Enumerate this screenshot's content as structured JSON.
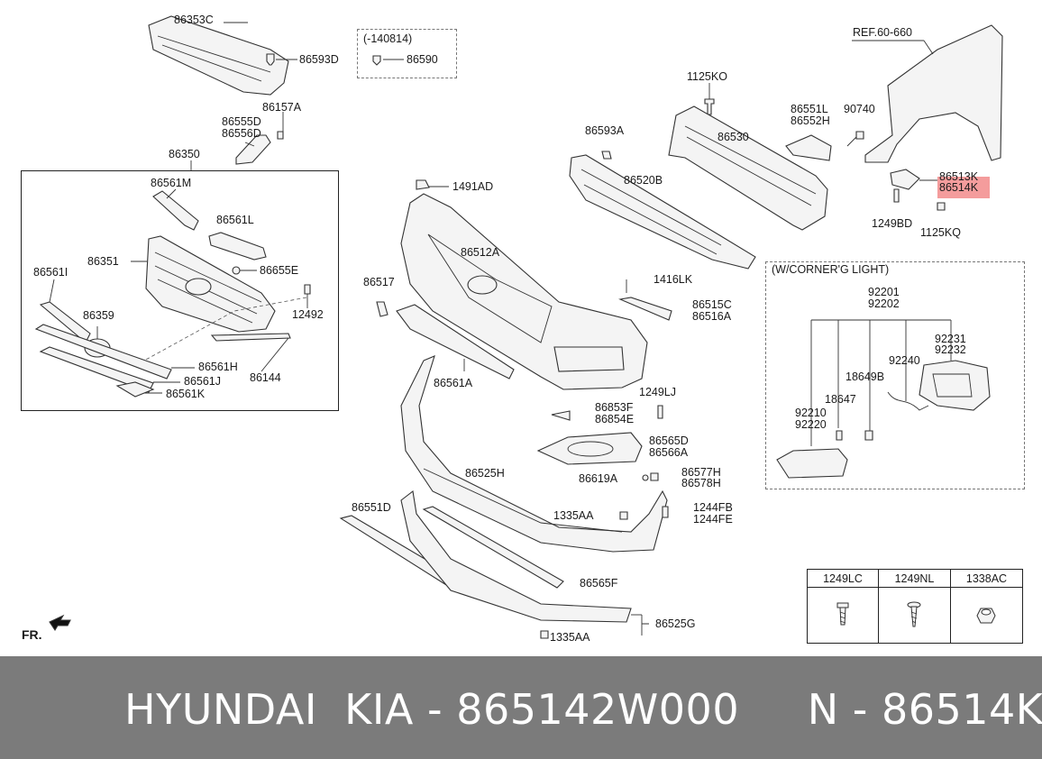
{
  "labels": {
    "l86353C": "86353C",
    "l86593D": "86593D",
    "l140814": "(-140814)",
    "l86590": "86590",
    "lREF": "REF.60-660",
    "l1125KO": "1125KO",
    "l86157A": "86157A",
    "l86555D": "86555D",
    "l86556D": "86556D",
    "l86350": "86350",
    "l86593A": "86593A",
    "l86530": "86530",
    "l86551L": "86551L",
    "l86552H": "86552H",
    "l90740": "90740",
    "l86513K": "86513K",
    "l86514K": "86514K",
    "l86520B": "86520B",
    "l1491AD": "1491AD",
    "l1249BD": "1249BD",
    "l1125KQ": "1125KQ",
    "l86561M": "86561M",
    "l86561L": "86561L",
    "l86512A": "86512A",
    "lcorner": "(W/CORNER'G LIGHT)",
    "l86351": "86351",
    "l86561I": "86561I",
    "l86655E": "86655E",
    "l86517": "86517",
    "l1416LK": "1416LK",
    "l92201": "92201",
    "l92202": "92202",
    "l12492": "12492",
    "l86359": "86359",
    "l86515C": "86515C",
    "l86516A": "86516A",
    "l92231": "92231",
    "l92232": "92232",
    "l92240": "92240",
    "l86561H": "86561H",
    "l86144": "86144",
    "l86561J": "86561J",
    "l86561A": "86561A",
    "l18649B": "18649B",
    "l86561K": "86561K",
    "l1249LJ": "1249LJ",
    "l18647": "18647",
    "l92210": "92210",
    "l92220": "92220",
    "l86853F": "86853F",
    "l86854E": "86854E",
    "l86565D": "86565D",
    "l86566A": "86566A",
    "l86525H": "86525H",
    "l86619A": "86619A",
    "l86577H": "86577H",
    "l86578H": "86578H",
    "l86551D": "86551D",
    "l1335AA_a": "1335AA",
    "l1244FB": "1244FB",
    "l1244FE": "1244FE",
    "l86565F": "86565F",
    "l86525G": "86525G",
    "l1335AA_b": "1335AA",
    "lFR": "FR."
  },
  "hardware_table": {
    "headers": [
      "1249LC",
      "1249NL",
      "1338AC"
    ],
    "icons": [
      "bolt-icon",
      "screw-icon",
      "nut-icon"
    ]
  },
  "highlight_color": "#f28b8b",
  "footer": {
    "text": "HYUNDAI  KIA - 865142W000     N - 86514K"
  }
}
